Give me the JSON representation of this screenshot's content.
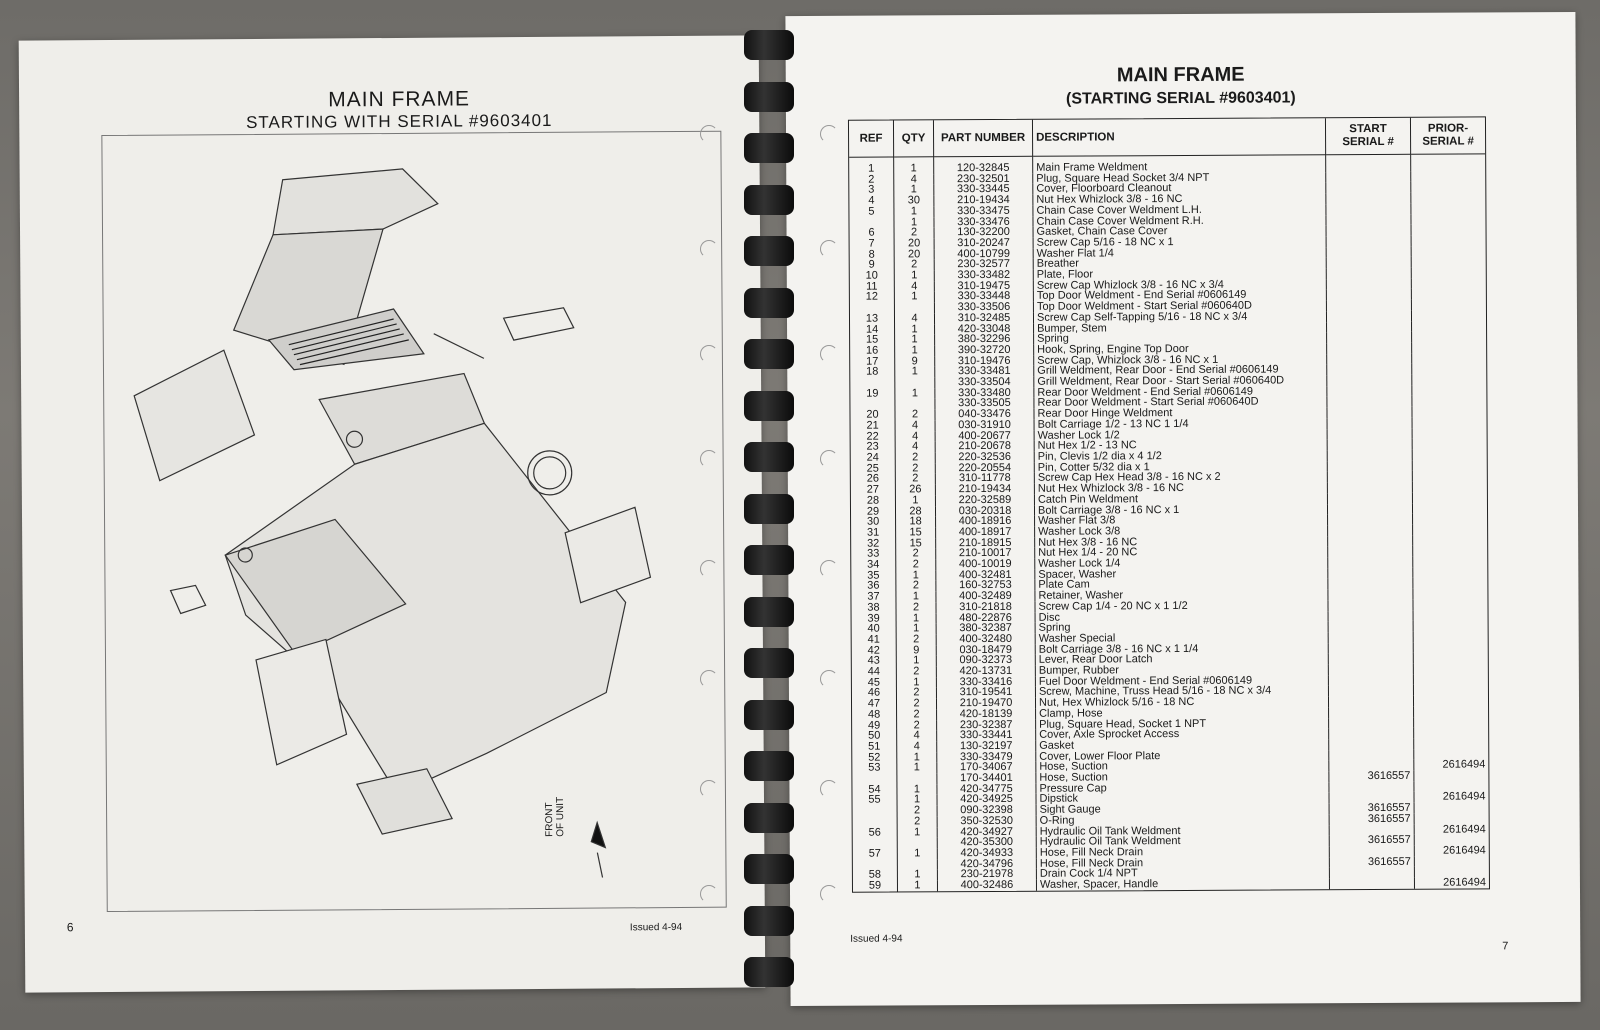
{
  "left_page": {
    "title": "MAIN FRAME",
    "subtitle": "STARTING WITH SERIAL #9603401",
    "page_number": "6",
    "issued": "Issued 4-94",
    "front_label_1": "FRONT",
    "front_label_2": "OF UNIT"
  },
  "right_page": {
    "title": "MAIN FRAME",
    "subtitle": "(STARTING SERIAL #9603401)",
    "page_number": "7",
    "issued": "Issued 4-94",
    "columns": [
      "REF",
      "QTY",
      "PART NUMBER",
      "DESCRIPTION",
      "START SERIAL #",
      "PRIOR- SERIAL #"
    ],
    "rows": [
      [
        "1",
        "1",
        "120-32845",
        "Main Frame Weldment",
        "",
        ""
      ],
      [
        "2",
        "4",
        "230-32501",
        "Plug, Square Head Socket 3/4 NPT",
        "",
        ""
      ],
      [
        "3",
        "1",
        "330-33445",
        "Cover, Floorboard Cleanout",
        "",
        ""
      ],
      [
        "4",
        "30",
        "210-19434",
        "Nut Hex Whizlock 3/8 - 16 NC",
        "",
        ""
      ],
      [
        "5",
        "1",
        "330-33475",
        "Chain Case Cover Weldment L.H.",
        "",
        ""
      ],
      [
        "",
        "1",
        "330-33476",
        "Chain Case Cover Weldment R.H.",
        "",
        ""
      ],
      [
        "6",
        "2",
        "130-32200",
        "Gasket, Chain Case Cover",
        "",
        ""
      ],
      [
        "7",
        "20",
        "310-20247",
        "Screw Cap 5/16 - 18 NC x 1",
        "",
        ""
      ],
      [
        "8",
        "20",
        "400-10799",
        "Washer Flat 1/4",
        "",
        ""
      ],
      [
        "9",
        "2",
        "230-32577",
        "Breather",
        "",
        ""
      ],
      [
        "10",
        "1",
        "330-33482",
        "Plate, Floor",
        "",
        ""
      ],
      [
        "11",
        "4",
        "310-19475",
        "Screw Cap Whizlock 3/8 - 16 NC x 3/4",
        "",
        ""
      ],
      [
        "12",
        "1",
        "330-33448",
        "Top Door Weldment - End Serial #0606149",
        "",
        ""
      ],
      [
        "",
        "",
        "330-33506",
        "Top Door Weldment - Start Serial #060640D",
        "",
        ""
      ],
      [
        "13",
        "4",
        "310-32485",
        "Screw Cap Self-Tapping 5/16 - 18 NC x 3/4",
        "",
        ""
      ],
      [
        "14",
        "1",
        "420-33048",
        "Bumper, Stem",
        "",
        ""
      ],
      [
        "15",
        "1",
        "380-32296",
        "Spring",
        "",
        ""
      ],
      [
        "16",
        "1",
        "390-32720",
        "Hook, Spring, Engine Top Door",
        "",
        ""
      ],
      [
        "17",
        "9",
        "310-19476",
        "Screw Cap, Whizlock 3/8 - 16 NC x 1",
        "",
        ""
      ],
      [
        "18",
        "1",
        "330-33481",
        "Grill Weldment, Rear Door - End Serial #0606149",
        "",
        ""
      ],
      [
        "",
        "",
        "330-33504",
        "Grill Weldment, Rear Door - Start Serial #060640D",
        "",
        ""
      ],
      [
        "19",
        "1",
        "330-33480",
        "Rear Door Weldment - End Serial #0606149",
        "",
        ""
      ],
      [
        "",
        "",
        "330-33505",
        "Rear Door Weldment - Start Serial #060640D",
        "",
        ""
      ],
      [
        "20",
        "2",
        "040-33476",
        "Rear Door Hinge Weldment",
        "",
        ""
      ],
      [
        "21",
        "4",
        "030-31910",
        "Bolt Carriage 1/2 - 13 NC 1 1/4",
        "",
        ""
      ],
      [
        "22",
        "4",
        "400-20677",
        "Washer Lock 1/2",
        "",
        ""
      ],
      [
        "23",
        "4",
        "210-20678",
        "Nut Hex 1/2 - 13 NC",
        "",
        ""
      ],
      [
        "24",
        "2",
        "220-32536",
        "Pin, Clevis 1/2 dia x 4 1/2",
        "",
        ""
      ],
      [
        "25",
        "2",
        "220-20554",
        "Pin, Cotter 5/32 dia x 1",
        "",
        ""
      ],
      [
        "26",
        "2",
        "310-11778",
        "Screw Cap Hex Head 3/8 - 16 NC x 2",
        "",
        ""
      ],
      [
        "27",
        "26",
        "210-19434",
        "Nut Hex Whizlock 3/8 - 16 NC",
        "",
        ""
      ],
      [
        "28",
        "1",
        "220-32589",
        "Catch Pin Weldment",
        "",
        ""
      ],
      [
        "29",
        "28",
        "030-20318",
        "Bolt Carriage 3/8 - 16 NC x 1",
        "",
        ""
      ],
      [
        "30",
        "18",
        "400-18916",
        "Washer Flat 3/8",
        "",
        ""
      ],
      [
        "31",
        "15",
        "400-18917",
        "Washer Lock 3/8",
        "",
        ""
      ],
      [
        "32",
        "15",
        "210-18915",
        "Nut Hex 3/8 - 16 NC",
        "",
        ""
      ],
      [
        "33",
        "2",
        "210-10017",
        "Nut Hex 1/4 - 20 NC",
        "",
        ""
      ],
      [
        "34",
        "2",
        "400-10019",
        "Washer Lock 1/4",
        "",
        ""
      ],
      [
        "35",
        "1",
        "400-32481",
        "Spacer, Washer",
        "",
        ""
      ],
      [
        "36",
        "2",
        "160-32753",
        "Plate Cam",
        "",
        ""
      ],
      [
        "37",
        "1",
        "400-32489",
        "Retainer, Washer",
        "",
        ""
      ],
      [
        "38",
        "2",
        "310-21818",
        "Screw Cap 1/4 - 20 NC x 1 1/2",
        "",
        ""
      ],
      [
        "39",
        "1",
        "480-22876",
        "Disc",
        "",
        ""
      ],
      [
        "40",
        "1",
        "380-32387",
        "Spring",
        "",
        ""
      ],
      [
        "41",
        "2",
        "400-32480",
        "Washer Special",
        "",
        ""
      ],
      [
        "42",
        "9",
        "030-18479",
        "Bolt Carriage 3/8 - 16 NC x 1 1/4",
        "",
        ""
      ],
      [
        "43",
        "1",
        "090-32373",
        "Lever, Rear Door Latch",
        "",
        ""
      ],
      [
        "44",
        "2",
        "420-13731",
        "Bumper, Rubber",
        "",
        ""
      ],
      [
        "45",
        "1",
        "330-33416",
        "Fuel Door Weldment - End Serial #0606149",
        "",
        ""
      ],
      [
        "46",
        "2",
        "310-19541",
        "Screw, Machine, Truss Head 5/16 - 18 NC x 3/4",
        "",
        ""
      ],
      [
        "47",
        "2",
        "210-19470",
        "Nut, Hex Whizlock 5/16 - 18 NC",
        "",
        ""
      ],
      [
        "48",
        "2",
        "420-18139",
        "Clamp, Hose",
        "",
        ""
      ],
      [
        "49",
        "2",
        "230-32387",
        "Plug, Square Head, Socket 1 NPT",
        "",
        ""
      ],
      [
        "50",
        "4",
        "330-33441",
        "Cover, Axle Sprocket Access",
        "",
        ""
      ],
      [
        "51",
        "4",
        "130-32197",
        "Gasket",
        "",
        ""
      ],
      [
        "52",
        "1",
        "330-33479",
        "Cover, Lower Floor Plate",
        "",
        ""
      ],
      [
        "53",
        "1",
        "170-34067",
        "Hose, Suction",
        "",
        "2616494"
      ],
      [
        "",
        "",
        "170-34401",
        "Hose, Suction",
        "3616557",
        ""
      ],
      [
        "54",
        "1",
        "420-34775",
        "Pressure Cap",
        "",
        ""
      ],
      [
        "55",
        "1",
        "420-34925",
        "Dipstick",
        "",
        "2616494"
      ],
      [
        "",
        "2",
        "090-32398",
        "Sight Gauge",
        "3616557",
        ""
      ],
      [
        "",
        "2",
        "350-32530",
        "O-Ring",
        "3616557",
        ""
      ],
      [
        "56",
        "1",
        "420-34927",
        "Hydraulic Oil Tank Weldment",
        "",
        "2616494"
      ],
      [
        "",
        "",
        "420-35300",
        "Hydraulic Oil Tank Weldment",
        "3616557",
        ""
      ],
      [
        "57",
        "1",
        "420-34933",
        "Hose, Fill Neck Drain",
        "",
        "2616494"
      ],
      [
        "",
        "",
        "420-34796",
        "Hose, Fill Neck Drain",
        "3616557",
        ""
      ],
      [
        "58",
        "1",
        "230-21978",
        "Drain Cock 1/4 NPT",
        "",
        ""
      ],
      [
        "59",
        "1",
        "400-32486",
        "Washer, Spacer, Handle",
        "",
        "2616494"
      ]
    ]
  }
}
